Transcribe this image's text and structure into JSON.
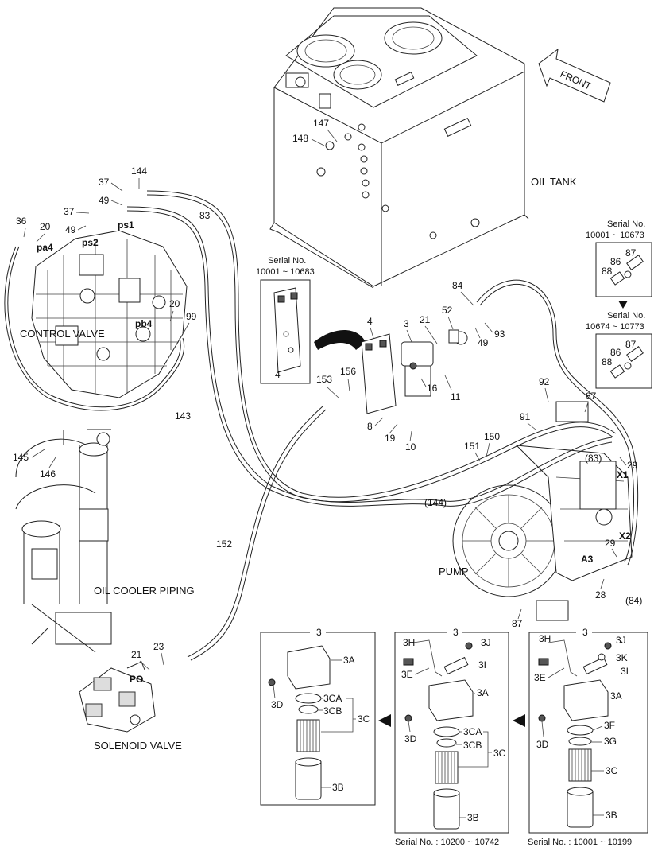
{
  "front_label": "FRONT",
  "assemblies": {
    "oil_tank": "OIL TANK",
    "control_valve": "CONTROL VALVE",
    "pump": "PUMP",
    "oil_cooler_piping": "OIL COOLER PIPING",
    "solenoid_valve": "SOLENOID VALVE"
  },
  "ports": {
    "pa4": "pa4",
    "ps1": "ps1",
    "ps2": "ps2",
    "pb4": "pb4",
    "x1": "X1",
    "x2": "X2",
    "a3": "A3",
    "po": "PO"
  },
  "serial_boxes": {
    "bracket": {
      "title": "Serial No.",
      "range": "10001 ~ 10683"
    },
    "fitting_a": {
      "title": "Serial No.",
      "range": "10001 ~ 10673"
    },
    "fitting_b": {
      "title": "Serial No.",
      "range": "10674 ~ 10773"
    }
  },
  "detail_captions": {
    "left": "",
    "middle": "Serial No. : 10200 ~ 10742",
    "right": "Serial No. : 10001 ~ 10199"
  },
  "part_numbers": {
    "p147": "147",
    "p148": "148",
    "p144": "144",
    "p37a": "37",
    "p49a": "49",
    "p37b": "37",
    "p49b": "49",
    "p36": "36",
    "p20a": "20",
    "p83": "83",
    "p20b": "20",
    "p99": "99",
    "p143": "143",
    "p145": "145",
    "p146": "146",
    "p152": "152",
    "p21a": "21",
    "p23": "23",
    "p4a": "4",
    "p4b": "4",
    "p3": "3",
    "p21b": "21",
    "p52": "52",
    "p84": "84",
    "p93": "93",
    "p49c": "49",
    "p16": "16",
    "p11": "11",
    "p153": "153",
    "p156": "156",
    "p8": "8",
    "p19": "19",
    "p10": "10",
    "p87a": "87",
    "p86a": "86",
    "p88a": "88",
    "p87b": "87",
    "p86b": "86",
    "p88b": "88",
    "p92": "92",
    "p87c": "87",
    "p91": "91",
    "p150": "150",
    "p151": "151",
    "p83p": "(83)",
    "p29a": "29",
    "p144p": "(144)",
    "p29b": "29",
    "p28": "28",
    "p84p": "(84)",
    "p87d": "87"
  },
  "detail_labels": {
    "d1": {
      "head": "3",
      "a": "3A",
      "ca": "3CA",
      "cb": "3CB",
      "c": "3C",
      "d": "3D",
      "b": "3B"
    },
    "d2": {
      "head": "3",
      "h": "3H",
      "j": "3J",
      "i": "3I",
      "e": "3E",
      "a": "3A",
      "d": "3D",
      "ca": "3CA",
      "cb": "3CB",
      "c": "3C",
      "b": "3B"
    },
    "d3": {
      "head": "3",
      "h": "3H",
      "j": "3J",
      "k": "3K",
      "i": "3I",
      "e": "3E",
      "a": "3A",
      "f": "3F",
      "d": "3D",
      "g": "3G",
      "c": "3C",
      "b": "3B"
    }
  }
}
